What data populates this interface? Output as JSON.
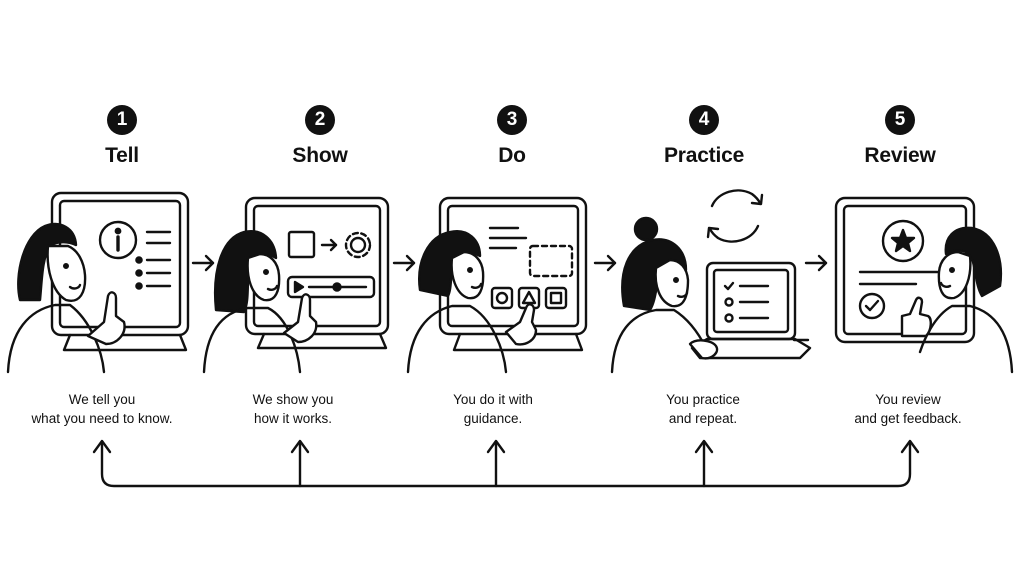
{
  "steps": [
    {
      "number": "1",
      "title": "Tell",
      "caption": [
        "We tell you",
        "what you need to know."
      ],
      "icons": [
        "info-icon",
        "list-icon"
      ]
    },
    {
      "number": "2",
      "title": "Show",
      "caption": [
        "We show you",
        "how it works."
      ],
      "icons": [
        "gear-icon",
        "video-player-icon"
      ]
    },
    {
      "number": "3",
      "title": "Do",
      "caption": [
        "You do it with",
        "guidance."
      ],
      "icons": [
        "shape-buttons-icon"
      ]
    },
    {
      "number": "4",
      "title": "Practice",
      "caption": [
        "You practice",
        "and repeat."
      ],
      "icons": [
        "cycle-arrows-icon",
        "checklist-icon"
      ]
    },
    {
      "number": "5",
      "title": "Review",
      "caption": [
        "You review",
        "and get feedback."
      ],
      "icons": [
        "star-icon",
        "check-circle-icon",
        "thumbs-up-icon"
      ]
    }
  ],
  "colors": {
    "ink": "#111111",
    "background": "#ffffff"
  }
}
